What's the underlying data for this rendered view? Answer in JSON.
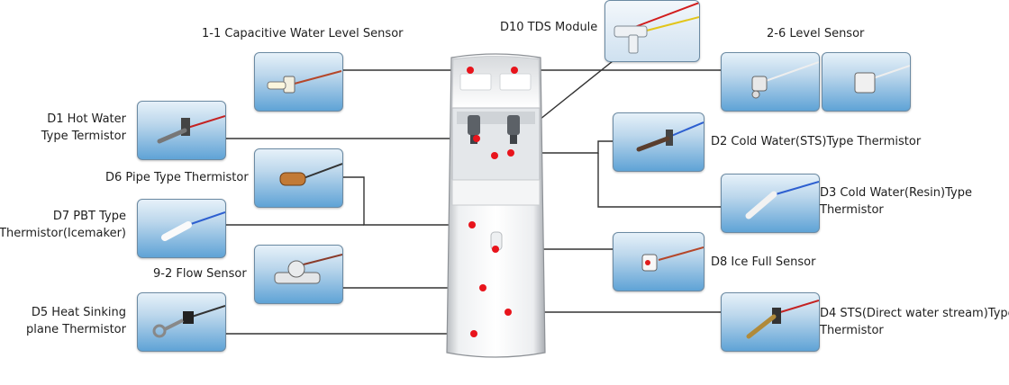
{
  "labels": {
    "capacitive": "1-1 Capacitive Water Level Sensor",
    "tds": "D10 TDS Module",
    "level": "2-6 Level Sensor",
    "d1_line1": "D1 Hot Water",
    "d1_line2": "Type Termistor",
    "d2": "D2 Cold Water(STS)Type Thermistor",
    "d6": "D6 Pipe Type Thermistor",
    "d3_line1": "D3 Cold Water(Resin)Type",
    "d3_line2": "Thermistor",
    "d7_line1": "D7 PBT Type",
    "d7_line2": "Thermistor(Icemaker)",
    "d8": "D8 Ice Full Sensor",
    "flow": "9-2 Flow Sensor",
    "d5_line1": "D5 Heat Sinking",
    "d5_line2": "plane Thermistor",
    "d4_line1": "D4 STS(Direct water stream)Type",
    "d4_line2": "Thermistor"
  },
  "colors": {
    "leader_line": "#333333",
    "marker_dot": "#e8141c",
    "thumb_gradient_top": "#e6f1f9",
    "thumb_gradient_bottom": "#5fa3d6"
  }
}
